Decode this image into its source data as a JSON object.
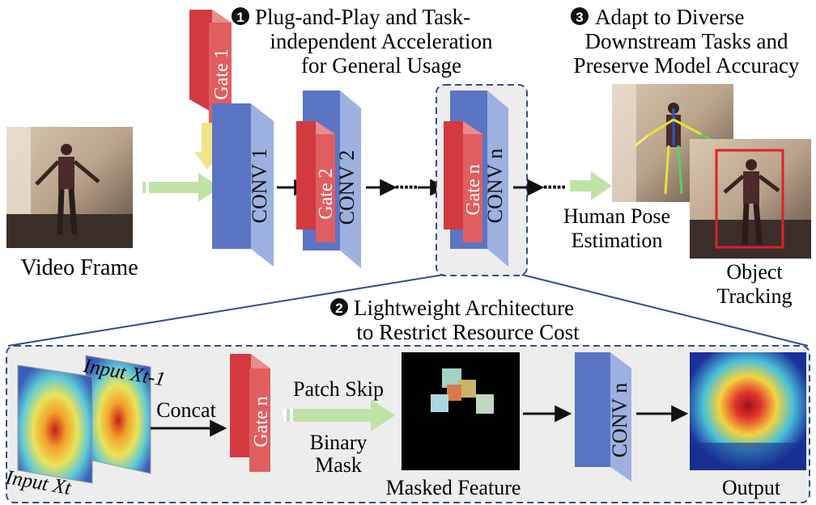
{
  "heading1": {
    "marker": "1",
    "line1": "Plug-and-Play and Task-",
    "line2": "independent Acceleration",
    "line3": "for General Usage"
  },
  "heading2": {
    "marker": "2",
    "line1": "Lightweight Architecture",
    "line2": "to Restrict Resource Cost"
  },
  "heading3": {
    "marker": "3",
    "line1": "Adapt to Diverse",
    "line2": "Downstream Tasks and",
    "line3": "Preserve Model Accuracy"
  },
  "labels": {
    "video_frame": "Video Frame",
    "gate1": "Gate 1",
    "conv1": "CONV 1",
    "gate2": "Gate 2",
    "conv2": "CONV 2",
    "gaten": "Gate n",
    "convn": "CONV n",
    "dots": "·····",
    "hpe_line1": "Human Pose",
    "hpe_line2": "Estimation",
    "ot_line1": "Object",
    "ot_line2": "Tracking",
    "input_prev": "Input Xt-1",
    "input_cur": "Input Xt",
    "concat": "Concat",
    "patch_skip": "Patch Skip",
    "binary_line1": "Binary",
    "binary_line2": "Mask",
    "masked_feature": "Masked Feature",
    "output": "Output"
  },
  "colors": {
    "gate_red": "#d23a3f",
    "gate_red_light": "#e98c8c",
    "conv_blue": "#5b75c4",
    "conv_blue_light": "#9cb1e0",
    "arrow_green": "#bfe3a6",
    "dashed_blue": "#2f4f8f",
    "panel_gray": "#ededed"
  }
}
